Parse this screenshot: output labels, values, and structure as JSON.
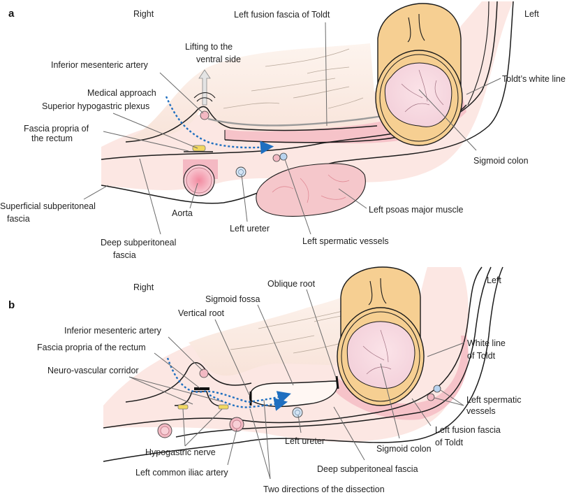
{
  "figure": {
    "description": "Anatomical cross-section diagram of sigmoid colon mobilization (medial approach)",
    "colors": {
      "approach_arrow": "#1f6fc0",
      "colon_wall": "#f6cf92",
      "mucosa": "#f7dde3",
      "fascia_fill": "#fbe1dc",
      "vessel_pink": "#f3b9c3",
      "vessel_blue": "#b9d3ee",
      "nerve_yellow": "#f1d760",
      "psoas": "#f5c7cb"
    }
  },
  "panel_a": {
    "tag": "a",
    "side_right": "Right",
    "side_left": "Left",
    "labels": {
      "left_fusion_fascia": "Left fusion fascia of Toldt",
      "lifting_line1": "Lifting to the",
      "lifting_line2": "ventral side",
      "inferior_mesenteric_artery": "Inferior mesenteric artery",
      "medical_approach": "Medical approach",
      "superior_hypogastric_plexus": "Superior hypogastric plexus",
      "fascia_propria_line1": "Fascia propria of",
      "fascia_propria_line2": "the rectum",
      "toldts_white_line": "Toldt’s white line",
      "sigmoid_colon": "Sigmoid colon",
      "superficial_line1": "Superficial subperitoneal",
      "superficial_line2": "fascia",
      "aorta": "Aorta",
      "left_ureter": "Left ureter",
      "left_psoas": "Left psoas major muscle",
      "left_spermatic": "Left spermatic vessels",
      "deep_line1": "Deep subperitoneal",
      "deep_line2": "fascia"
    }
  },
  "panel_b": {
    "tag": "b",
    "side_right": "Right",
    "side_left": "Left",
    "labels": {
      "oblique_root": "Oblique root",
      "sigmoid_fossa": "Sigmoid fossa",
      "vertical_root": "Vertical root",
      "inferior_mesenteric_artery": "Inferior mesenteric artery",
      "fascia_propria": "Fascia propria of the rectum",
      "neurovascular_corridor": "Neuro-vascular corridor",
      "white_line_line1": "White line",
      "white_line_line2": "of Toldt",
      "left_spermatic_line1": "Left spermatic",
      "left_spermatic_line2": "vessels",
      "left_fusion_line1": "Left fusion fascia",
      "left_fusion_line2": "of Toldt",
      "left_ureter": "Left ureter",
      "sigmoid_colon": "Sigmoid colon",
      "hypogastric_nerve": "Hypogastric nerve",
      "left_common_iliac": "Left common iliac artery",
      "deep_subperitoneal": "Deep subperitoneal fascia",
      "two_directions": "Two directions of the dissection"
    }
  }
}
